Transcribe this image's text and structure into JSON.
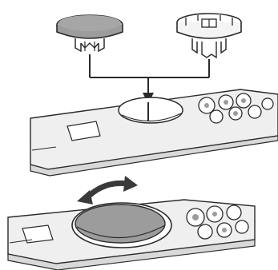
{
  "figure": {
    "steps": [
      {
        "step": "insert-cap",
        "parts": [
          "grey-cap",
          "white-cap-with-flange"
        ],
        "arrow": "down-into-housing-hole"
      },
      {
        "step": "rotate-to-lock",
        "parts": [
          "grey-cap-seated"
        ],
        "arrow": "curved-double-rotation"
      }
    ],
    "colors": {
      "ink": "#2a2a2a",
      "cap_fill": "#9c9c9c",
      "cap_fill_light": "#bdbdbd",
      "housing_fill": "#efefef",
      "housing_shadow": "#d9d9d9",
      "arrow_fill": "#3a3a3a",
      "background": "#ffffff"
    },
    "icons": [
      "grey-cap-icon",
      "white-cap-icon",
      "rotation-arrow-icon",
      "insert-arrow-icon"
    ]
  }
}
